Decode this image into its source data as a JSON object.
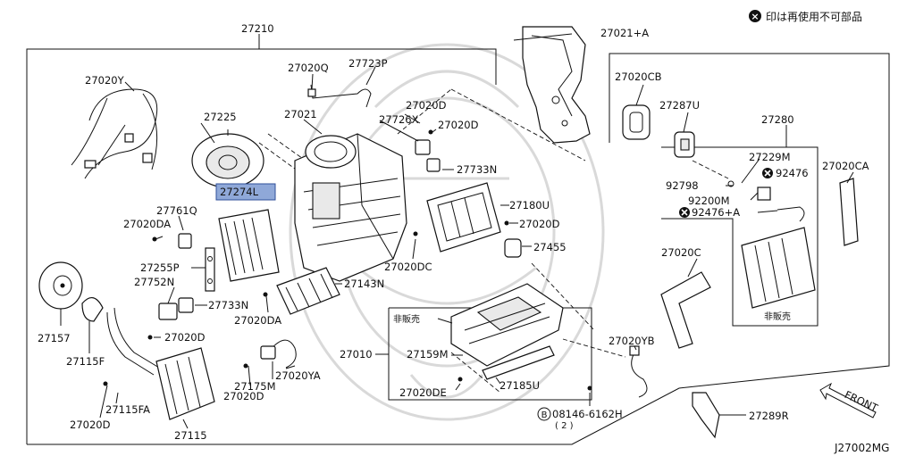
{
  "header": {
    "note_mark": "×",
    "note_text": "印は再使用不可部品"
  },
  "footer": {
    "diagram_code": "J27002MG",
    "front_label": "FRONT"
  },
  "annotations": {
    "not_sold_1": "非販売",
    "not_sold_2": "非販売"
  },
  "labels": {
    "p27210": "27210",
    "p27021_a": "27021+A",
    "p27020y": "27020Y",
    "p27020q": "27020Q",
    "p27723p": "27723P",
    "p27225": "27225",
    "p27021": "27021",
    "p27020d_1": "27020D",
    "p27726x": "27726X",
    "p27020d_2": "27020D",
    "p27020cb": "27020CB",
    "p27287u": "27287U",
    "p27280": "27280",
    "p27733n_1": "27733N",
    "p27229m": "27229M",
    "p92476": "92476",
    "p27020ca": "27020CA",
    "p92798": "92798",
    "p92200m": "92200M",
    "p92476_a": "92476+A",
    "p27274l": "27274L",
    "p27761q": "27761Q",
    "p27180u": "27180U",
    "p27020da_1": "27020DA",
    "p27020d_3": "27020D",
    "p27455": "27455",
    "p27020dc": "27020DC",
    "p27255p": "27255P",
    "p27020c": "27020C",
    "p27752n": "27752N",
    "p27143n": "27143N",
    "p27733n_2": "27733N",
    "p27020da_2": "27020DA",
    "p27157": "27157",
    "p27020d_4": "27020D",
    "p27010": "27010",
    "p27115f": "27115F",
    "p27159m": "27159M",
    "p27020yb": "27020YB",
    "p27020ya": "27020YA",
    "p27175m": "27175M",
    "p27185u": "27185U",
    "p27020d_5": "27020D",
    "p27020de": "27020DE",
    "p27115fa": "27115FA",
    "p08146": "08146-6162H",
    "p08146_qty": "( 2 )",
    "p08146_mark": "B",
    "p27289r": "27289R",
    "p27020d_6": "27020D",
    "p27115": "27115"
  }
}
